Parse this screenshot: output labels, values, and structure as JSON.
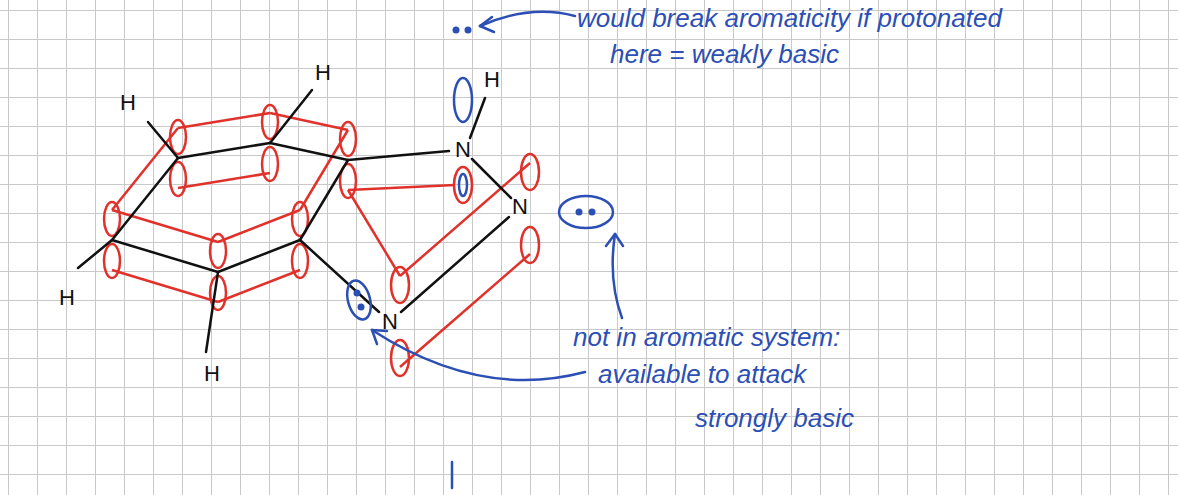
{
  "diagram": {
    "labels": [
      "would break aromaticity if protonated",
      "here = weakly basic",
      "H",
      "H",
      "H",
      "N",
      "N",
      "H",
      "N",
      "not in aromatic system:",
      "available to attack",
      "H",
      "strongly basic"
    ]
  }
}
